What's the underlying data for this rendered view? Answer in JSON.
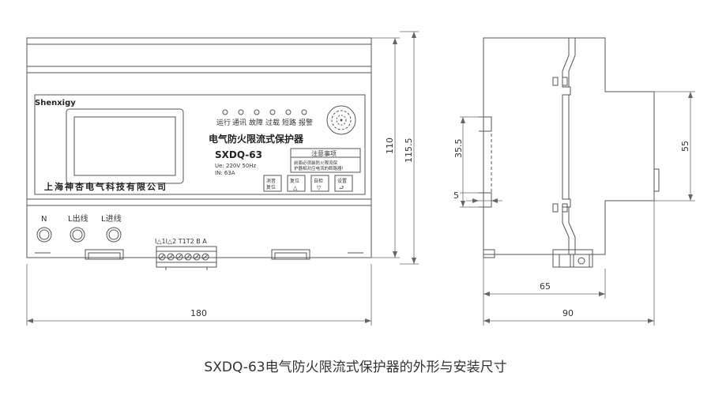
{
  "front": {
    "brand": "Shenxigy",
    "indicator_labels": [
      "运行",
      "通讯",
      "故障",
      "过载",
      "短路",
      "报警"
    ],
    "product_name": "电气防火限流式保护器",
    "model": "SXDQ-63",
    "rating_line1": "Ue: 220V  50Hz",
    "rating_line2": "IN: 63A",
    "notice_title": "注意事项",
    "notice_line1": "前面必须装防火限流保",
    "notice_line2": "护器相对应电流的断路器!",
    "buttons": [
      {
        "line1": "消音",
        "line2": "复位"
      },
      {
        "line1": "复位",
        "line2": "△"
      },
      {
        "line1": "自检",
        "line2": "▽"
      },
      {
        "line1": "设置",
        "line2": "⮐"
      }
    ],
    "company": "上海神杏电气科技有限公司",
    "terminal_n": "N",
    "terminal_out": "L出线",
    "terminal_in": "L进线",
    "bottom_labels": "I△1I△2 T1T2 B  A"
  },
  "dimensions": {
    "height_inner": "110",
    "height_outer": "115.5",
    "width_front": "180",
    "rail_height": "35.5",
    "rail_thickness": "5",
    "side_height": "55",
    "side_depth": "65",
    "side_total": "90"
  },
  "caption": "SXDQ-63电气防火限流式保护器的外形与安装尺寸"
}
